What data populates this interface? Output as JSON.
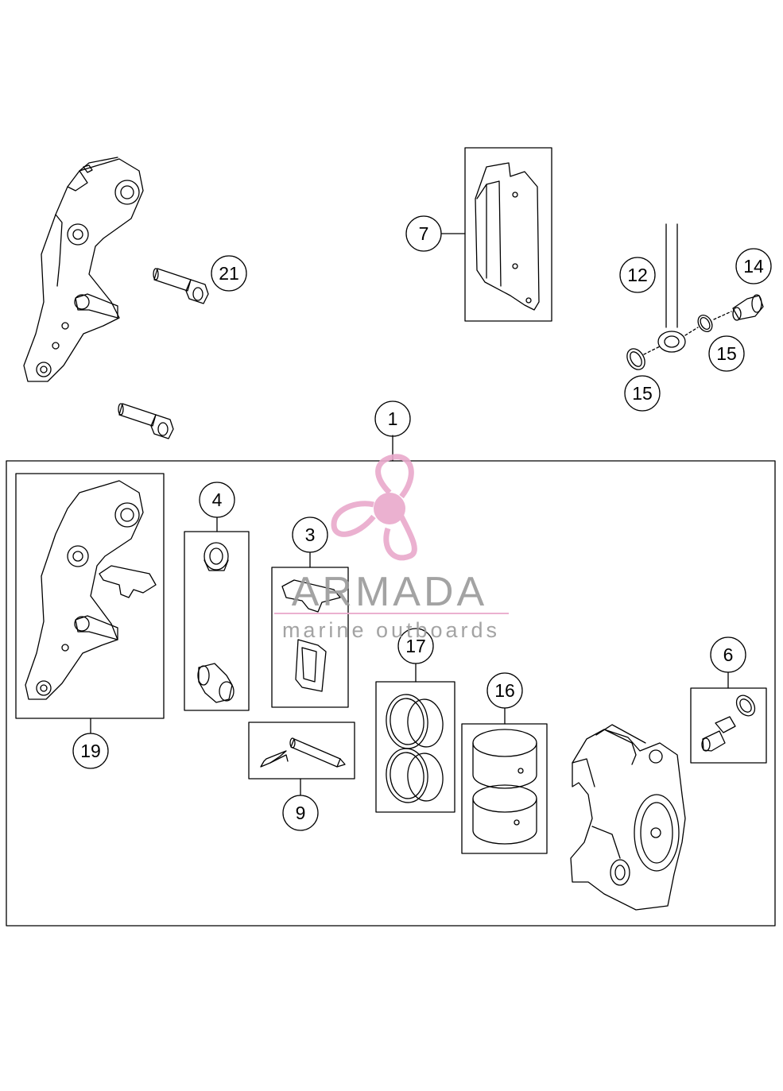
{
  "watermark": {
    "title": "ARMADA",
    "subtitle": "marine outboards",
    "accent_color": "#e9a9cc"
  },
  "labels": {
    "l1": "1",
    "l3": "3",
    "l4": "4",
    "l6": "6",
    "l7": "7",
    "l9": "9",
    "l12": "12",
    "l14": "14",
    "l15a": "15",
    "l15b": "15",
    "l16": "16",
    "l17": "17",
    "l19": "19",
    "l21": "21"
  }
}
